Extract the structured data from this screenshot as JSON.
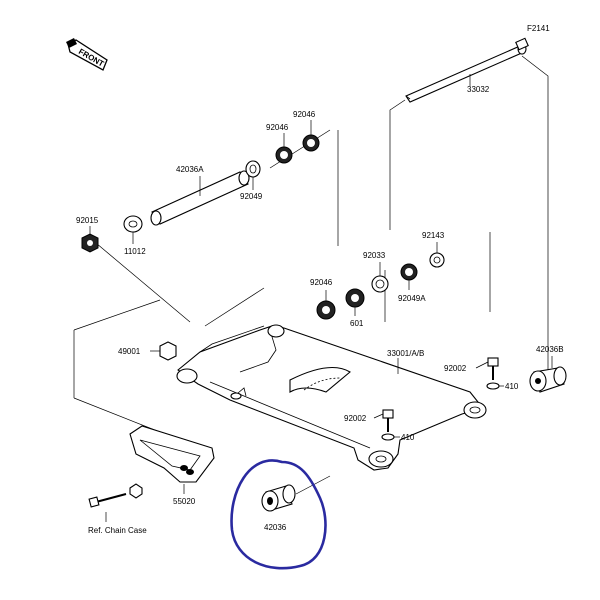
{
  "diagram": {
    "figure_code": "F2141",
    "front_label": "FRONT",
    "highlight_color": "#2a2aa0",
    "parts": {
      "p33032": "33032",
      "p42036A": "42036A",
      "p92046_top_a": "92046",
      "p92046_top_b": "92046",
      "p92049": "92049",
      "p92015": "92015",
      "p11012": "11012",
      "p92143": "92143",
      "p92033": "92033",
      "p92046_mid": "92046",
      "p92049A": "92049A",
      "p601": "601",
      "p49001": "49001",
      "p33001": "33001/A/B",
      "p42036B": "42036B",
      "p92002_a": "92002",
      "p410_a": "410",
      "p92002_b": "92002",
      "p410_b": "410",
      "p55020": "55020",
      "p42036": "42036",
      "ref_chain_case": "Ref. Chain Case"
    }
  }
}
